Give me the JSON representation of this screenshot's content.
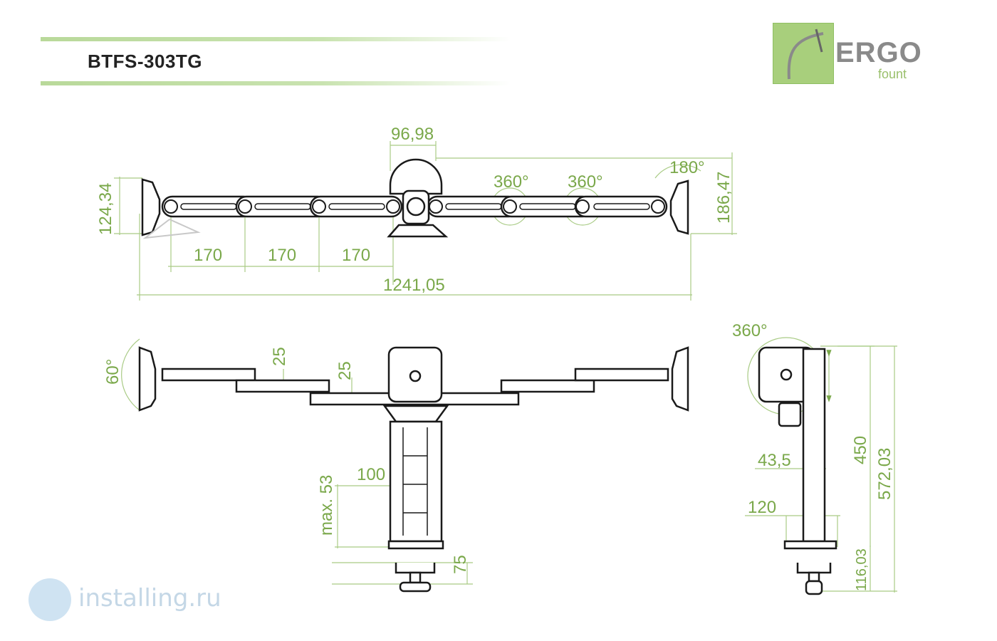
{
  "header": {
    "model": "BTFS-303TG"
  },
  "brand": {
    "name": "ERGO",
    "sub": "fount"
  },
  "watermark": {
    "text": "installing.ru"
  },
  "top_view": {
    "dims": {
      "bracket_width": "96,98",
      "left_height": "124,34",
      "right_height": "186,47",
      "rot_right": "180°",
      "rot_joint1": "360°",
      "rot_joint2": "360°",
      "seg1": "170",
      "seg2": "170",
      "seg3": "170",
      "overall": "1241,05"
    }
  },
  "front_view": {
    "dims": {
      "tilt": "60°",
      "offset_left": "25",
      "offset_right": "25",
      "pole_width": "100",
      "clamp_max": "max. 53",
      "clamp_depth": "75"
    }
  },
  "side_view": {
    "dims": {
      "rotation": "360°",
      "arm_offset": "43,5",
      "base_depth": "120",
      "adjust_range": "450",
      "total_height": "572,03",
      "clamp_height": "116,03"
    }
  },
  "colors": {
    "dimension": "#7aa84a",
    "line": "#1a1a1a",
    "accent": "#a8cf7c"
  }
}
